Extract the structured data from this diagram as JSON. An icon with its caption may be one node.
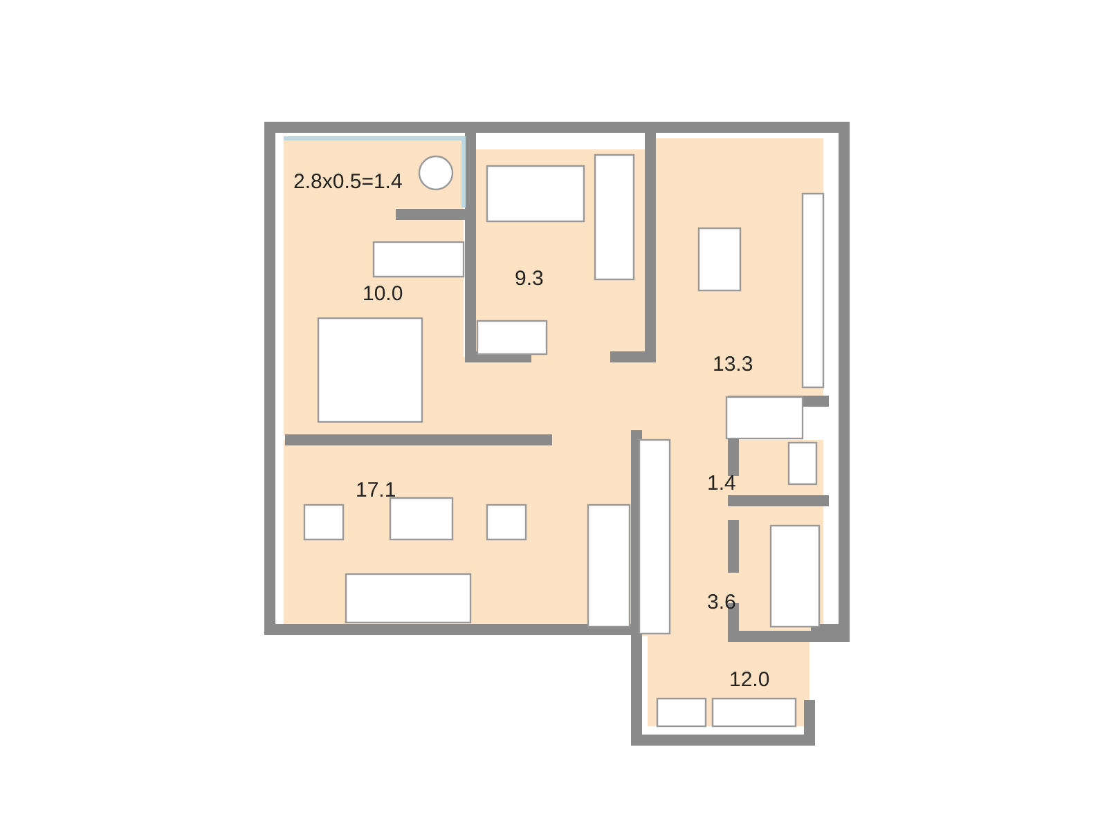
{
  "diagram": {
    "labels": [
      "2.8x0.5=1.4",
      "10.0",
      "9.3",
      "13.3",
      "1.4",
      "17.1",
      "3.6",
      "12.0"
    ]
  }
}
